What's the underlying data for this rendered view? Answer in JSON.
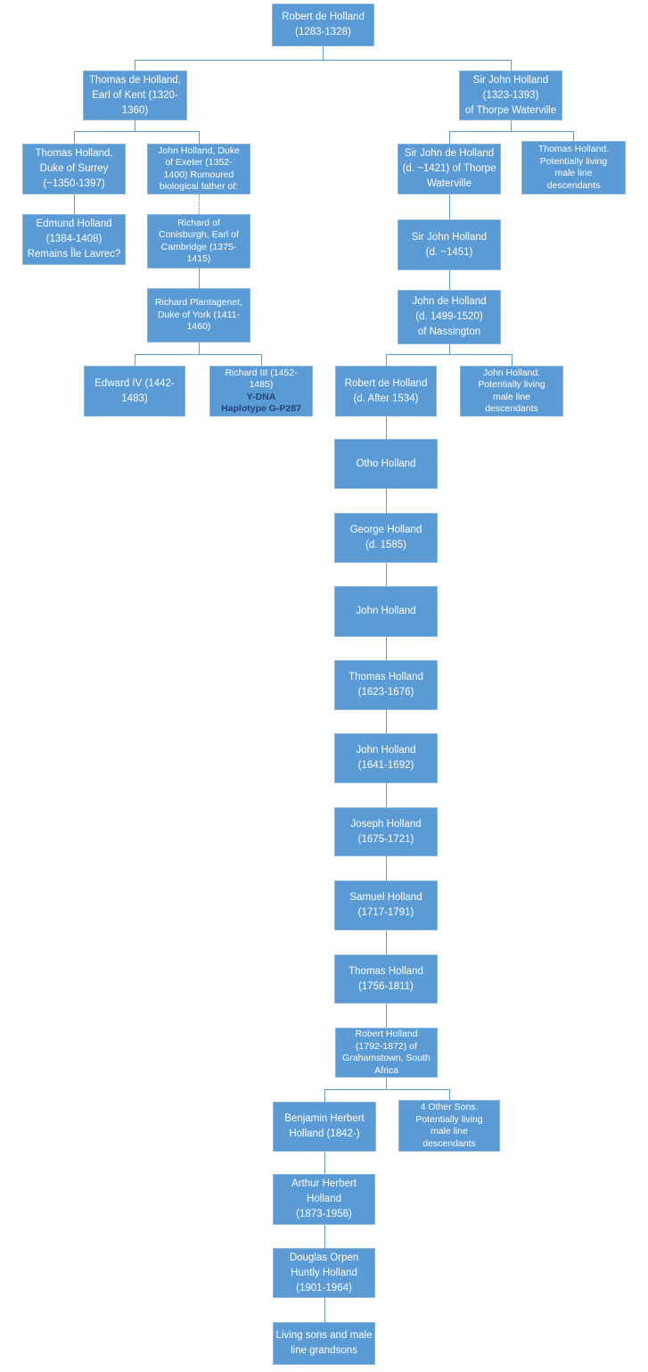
{
  "colors": {
    "box_fill": "#5B9BD5",
    "box_border": "#8ab6e0",
    "box_text": "#FFFFFF",
    "annotation_text": "#264478",
    "connector": "#5B9BD5",
    "background": "#FFFFFF"
  },
  "nodes": [
    {
      "id": "robert-de-holland-1283",
      "text": "Robert de Holland\n(1283-1328)"
    },
    {
      "id": "thomas-de-holland-earl-of-kent",
      "text": "Thomas de Holland,\nEarl of Kent (1320-\n1360)"
    },
    {
      "id": "sir-john-holland-1323",
      "text": "Sir John Holland\n(1323-1393)\nof Thorpe Waterville"
    },
    {
      "id": "thomas-holland-duke-of-surrey",
      "text": "Thomas Holland,\nDuke of Surrey\n(~1350-1397)"
    },
    {
      "id": "john-holland-duke-of-exeter",
      "text": "John Holland, Duke\nof Exeter (1352-\n1400) Rumoured\nbiological father of:"
    },
    {
      "id": "sir-john-de-holland-d1421",
      "text": "Sir John de Holland\n(d. ~1421) of Thorpe\nWaterville"
    },
    {
      "id": "thomas-holland-descendants",
      "text": "Thomas Holland.\nPotentially living\nmale line\ndescendants"
    },
    {
      "id": "edmund-holland",
      "text": "Edmund Holland\n(1384-1408)\nRemains Île Lavrec?"
    },
    {
      "id": "richard-of-conisburgh",
      "text": "Richard of\nConisburgh, Earl of\nCambridge (1375-\n1415)"
    },
    {
      "id": "sir-john-holland-d1451",
      "text": "Sir John Holland\n(d. ~1451)"
    },
    {
      "id": "richard-plantagenet",
      "text": "Richard Plantagenet,\nDuke of York (1411-\n1460)"
    },
    {
      "id": "john-de-holland-nassington",
      "text": "John de Holland\n(d. 1499-1520)\nof Nassington"
    },
    {
      "id": "edward-iv",
      "text": "Edward IV (1442-\n1483)"
    },
    {
      "id": "richard-iii",
      "text": "Richard III (1452-\n1485) ",
      "annotation": "Y-DNA\nHaplotype G-P287"
    },
    {
      "id": "robert-de-holland-d1534",
      "text": "Robert de Holland\n(d. After 1534)"
    },
    {
      "id": "john-holland-descendants",
      "text": "John Holland.\nPotentially living\nmale line\ndescendants"
    },
    {
      "id": "otho-holland",
      "text": "Otho Holland"
    },
    {
      "id": "george-holland",
      "text": "George Holland\n(d. 1585)"
    },
    {
      "id": "john-holland",
      "text": "John Holland"
    },
    {
      "id": "thomas-holland-1623",
      "text": "Thomas Holland\n(1623-1676)"
    },
    {
      "id": "john-holland-1641",
      "text": "John Holland\n(1641-1692)"
    },
    {
      "id": "joseph-holland",
      "text": "Joseph Holland\n(1675-1721)"
    },
    {
      "id": "samuel-holland",
      "text": "Samuel Holland\n(1717-1791)"
    },
    {
      "id": "thomas-holland-1756",
      "text": "Thomas Holland\n(1756-1811)"
    },
    {
      "id": "robert-holland-grahamstown",
      "text": "Robert Holland\n(1792-1872) of\nGrahamstown, South\nAfrica"
    },
    {
      "id": "benjamin-herbert-holland",
      "text": "Benjamin Herbert\nHolland (1842-)"
    },
    {
      "id": "four-other-sons",
      "text": "4 Other Sons.\nPotentially living\nmale line\ndescendants"
    },
    {
      "id": "arthur-herbert-holland",
      "text": "Arthur Herbert\nHolland\n(1873-1956)"
    },
    {
      "id": "douglas-orpen-huntly-holland",
      "text": "Douglas Orpen\nHuntly Holland\n(1901-1964)"
    },
    {
      "id": "living-sons",
      "text": "Living sons and male\nline grandsons"
    }
  ],
  "edges": [
    {
      "from": "robert-de-holland-1283",
      "to": "thomas-de-holland-earl-of-kent",
      "style": "solid"
    },
    {
      "from": "robert-de-holland-1283",
      "to": "sir-john-holland-1323",
      "style": "solid"
    },
    {
      "from": "thomas-de-holland-earl-of-kent",
      "to": "thomas-holland-duke-of-surrey",
      "style": "solid"
    },
    {
      "from": "thomas-de-holland-earl-of-kent",
      "to": "john-holland-duke-of-exeter",
      "style": "solid"
    },
    {
      "from": "sir-john-holland-1323",
      "to": "sir-john-de-holland-d1421",
      "style": "solid"
    },
    {
      "from": "sir-john-holland-1323",
      "to": "thomas-holland-descendants",
      "style": "solid"
    },
    {
      "from": "thomas-holland-duke-of-surrey",
      "to": "edmund-holland",
      "style": "solid"
    },
    {
      "from": "john-holland-duke-of-exeter",
      "to": "richard-of-conisburgh",
      "style": "dotted"
    },
    {
      "from": "sir-john-de-holland-d1421",
      "to": "sir-john-holland-d1451",
      "style": "solid"
    },
    {
      "from": "richard-of-conisburgh",
      "to": "richard-plantagenet",
      "style": "solid"
    },
    {
      "from": "sir-john-holland-d1451",
      "to": "john-de-holland-nassington",
      "style": "solid"
    },
    {
      "from": "richard-plantagenet",
      "to": "edward-iv",
      "style": "solid"
    },
    {
      "from": "richard-plantagenet",
      "to": "richard-iii",
      "style": "solid"
    },
    {
      "from": "john-de-holland-nassington",
      "to": "robert-de-holland-d1534",
      "style": "solid"
    },
    {
      "from": "john-de-holland-nassington",
      "to": "john-holland-descendants",
      "style": "solid"
    },
    {
      "from": "robert-de-holland-d1534",
      "to": "otho-holland",
      "style": "solid"
    },
    {
      "from": "otho-holland",
      "to": "george-holland",
      "style": "solid"
    },
    {
      "from": "george-holland",
      "to": "john-holland",
      "style": "solid"
    },
    {
      "from": "john-holland",
      "to": "thomas-holland-1623",
      "style": "solid"
    },
    {
      "from": "thomas-holland-1623",
      "to": "john-holland-1641",
      "style": "solid"
    },
    {
      "from": "john-holland-1641",
      "to": "joseph-holland",
      "style": "solid"
    },
    {
      "from": "joseph-holland",
      "to": "samuel-holland",
      "style": "solid"
    },
    {
      "from": "samuel-holland",
      "to": "thomas-holland-1756",
      "style": "solid"
    },
    {
      "from": "thomas-holland-1756",
      "to": "robert-holland-grahamstown",
      "style": "solid"
    },
    {
      "from": "robert-holland-grahamstown",
      "to": "benjamin-herbert-holland",
      "style": "solid"
    },
    {
      "from": "robert-holland-grahamstown",
      "to": "four-other-sons",
      "style": "solid"
    },
    {
      "from": "benjamin-herbert-holland",
      "to": "arthur-herbert-holland",
      "style": "solid"
    },
    {
      "from": "arthur-herbert-holland",
      "to": "douglas-orpen-huntly-holland",
      "style": "solid"
    },
    {
      "from": "douglas-orpen-huntly-holland",
      "to": "living-sons",
      "style": "solid"
    }
  ]
}
